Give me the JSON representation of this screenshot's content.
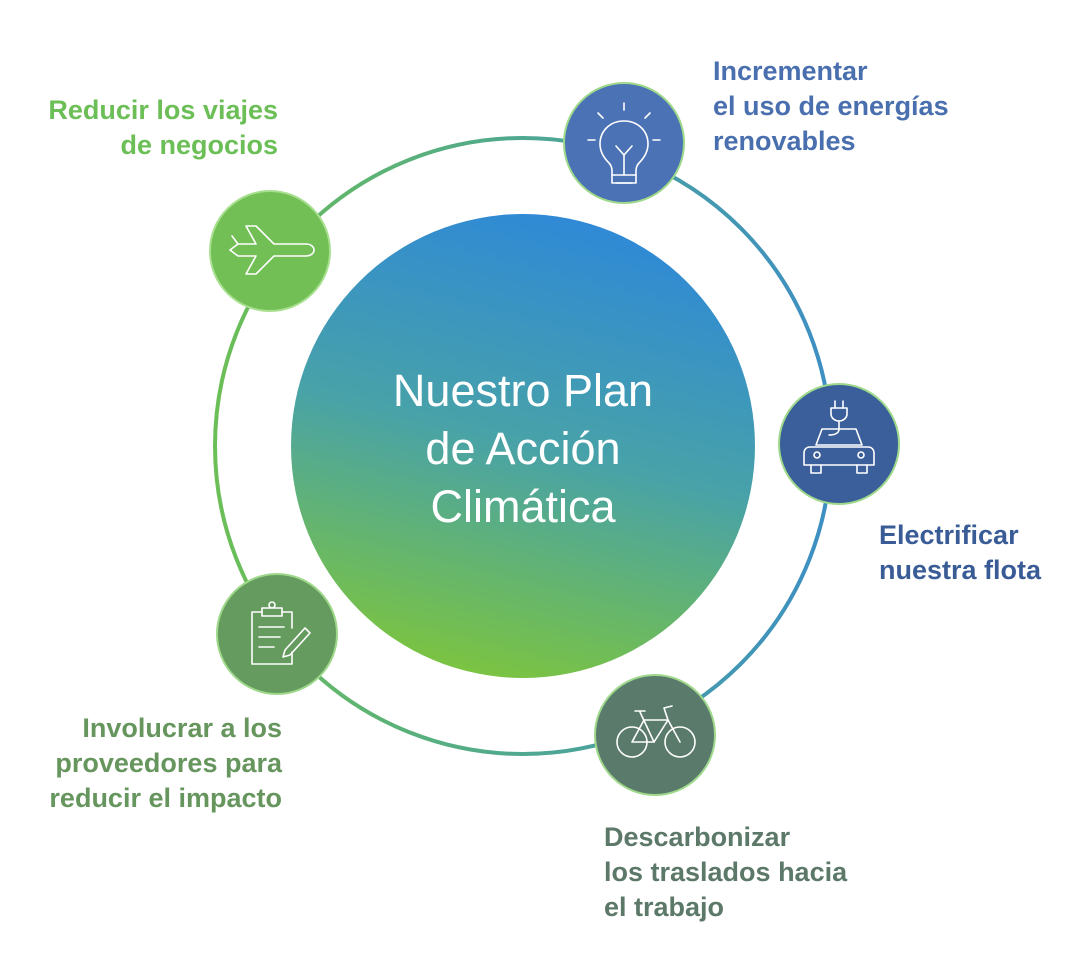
{
  "center": {
    "title_lines": [
      "Nuestro Plan",
      "de Acción",
      "Climática"
    ]
  },
  "colors": {
    "center_top": "#2e88d8",
    "center_bottom": "#76c043",
    "ring_blue": "#3d8fc4",
    "ring_green": "#6cbf56",
    "node_blue": "#4a72b4",
    "node_navy": "#3a5f9a",
    "node_teal": "#5a7a6c",
    "node_olive": "#659b5e",
    "node_green": "#72bf55",
    "node_border": "#a8e090"
  },
  "nodes": [
    {
      "id": "renewables",
      "icon": "lightbulb-icon",
      "label_lines": [
        "Incrementar",
        "el uso de energías",
        "renovables"
      ],
      "color": "#4a6fae"
    },
    {
      "id": "fleet",
      "icon": "electric-car-icon",
      "label_lines": [
        "Electrificar",
        "nuestra flota"
      ],
      "color": "#3a5c96"
    },
    {
      "id": "commute",
      "icon": "bicycle-icon",
      "label_lines": [
        "Descarbonizar",
        "los traslados hacia",
        "el trabajo"
      ],
      "color": "#5c7868"
    },
    {
      "id": "suppliers",
      "icon": "clipboard-icon",
      "label_lines": [
        "Involucrar a los",
        "proveedores para",
        "reducir el impacto"
      ],
      "color": "#66965e"
    },
    {
      "id": "travel",
      "icon": "airplane-icon",
      "label_lines": [
        "Reducir los viajes",
        "de negocios"
      ],
      "color": "#6cbf56"
    }
  ]
}
